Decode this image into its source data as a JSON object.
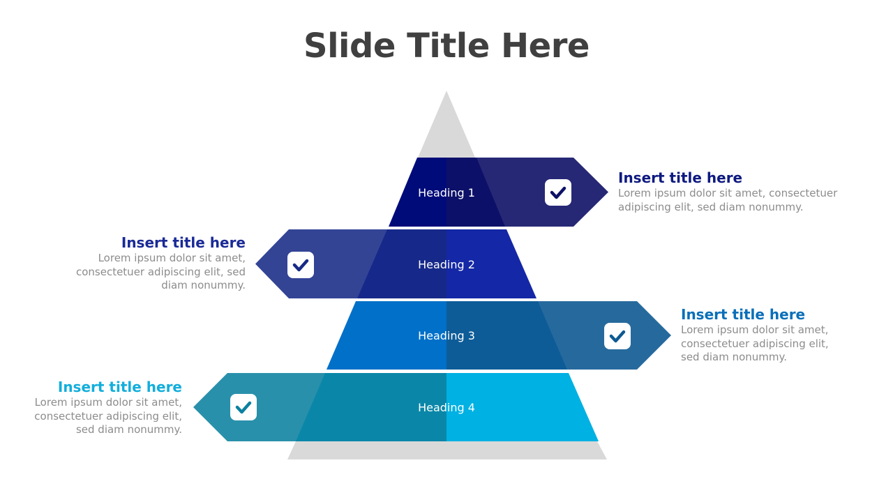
{
  "slide": {
    "title": "Slide Title Here"
  },
  "levels": [
    {
      "heading": "Heading 1",
      "title": "Insert title here",
      "description": "Lorem ipsum dolor sit amet, consectetuer adipiscing elit, sed diam nonummy.",
      "side": "right",
      "band_color": "#000B7A",
      "arrow_color": "#0E1166",
      "title_color": "#0E1A80",
      "icon": "check-icon"
    },
    {
      "heading": "Heading 2",
      "title": "Insert title here",
      "description": "Lorem ipsum dolor sit amet, consectetuer adipiscing elit, sed diam nonummy.",
      "side": "left",
      "band_color": "#1427A6",
      "arrow_color": "#172A86",
      "title_color": "#1A2A96",
      "icon": "check-icon"
    },
    {
      "heading": "Heading 3",
      "title": "Insert title here",
      "description": "Lorem ipsum dolor sit amet, consectetuer adipiscing elit, sed diam nonummy.",
      "side": "right",
      "band_color": "#0070C8",
      "arrow_color": "#0E5A92",
      "title_color": "#0A6FB8",
      "icon": "check-icon"
    },
    {
      "heading": "Heading 4",
      "title": "Insert title here",
      "description": "Lorem ipsum dolor sit amet, consectetuer adipiscing elit, sed diam nonummy.",
      "side": "left",
      "band_color": "#00B1E3",
      "arrow_color": "#0B819F",
      "title_color": "#12AEDC",
      "icon": "check-icon"
    }
  ],
  "colors": {
    "title": "#404040",
    "pyramid_gray": "#D9D9D9",
    "description": "#8C8C8C"
  }
}
